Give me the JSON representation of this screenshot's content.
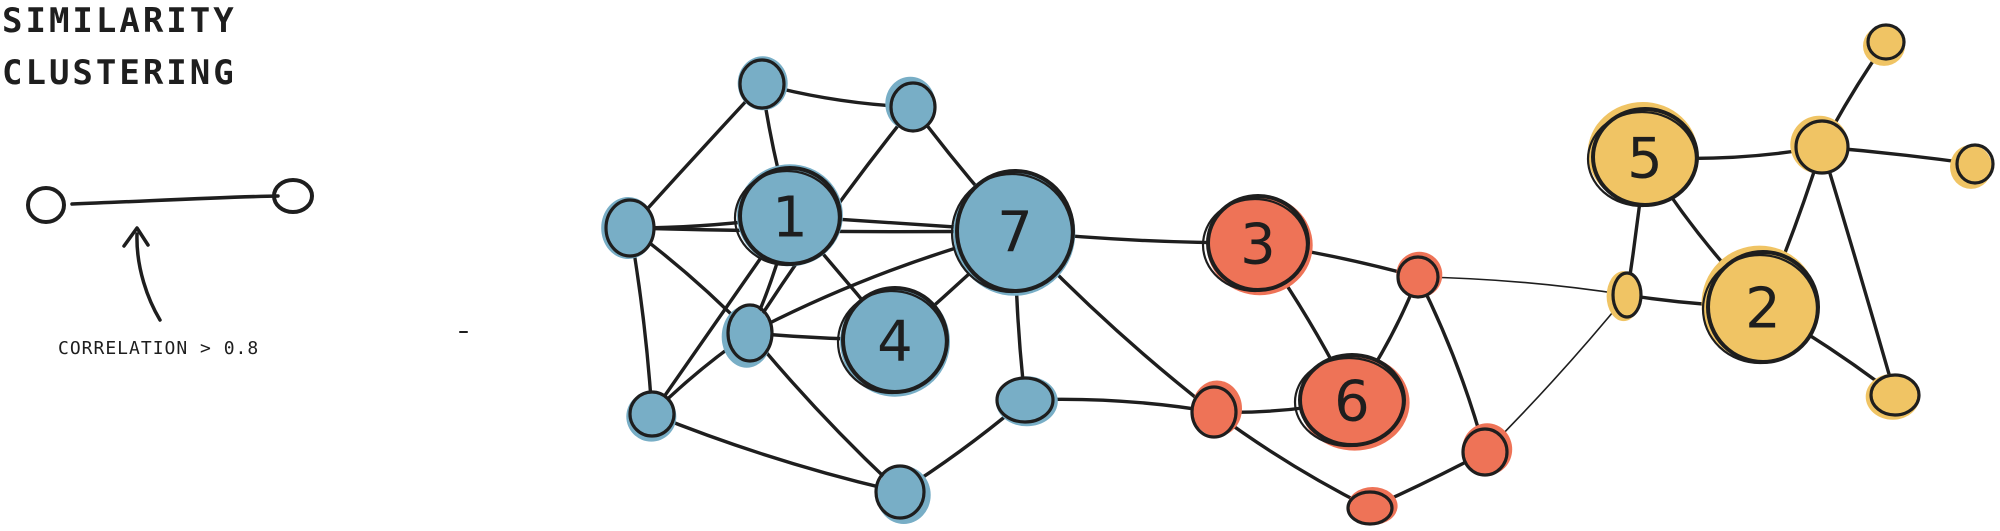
{
  "title": [
    "SIMILARITY",
    "CLUSTERING"
  ],
  "legend": {
    "annotation": "CORRELATION > 0.8"
  },
  "colors": {
    "ink": "#1e1e1e",
    "blue": "#78aec6",
    "red": "#ee7357",
    "yellow": "#f0c464"
  },
  "nodes": [
    {
      "id": "b_top1",
      "cluster": "blue",
      "label": ""
    },
    {
      "id": "b_top2",
      "cluster": "blue",
      "label": ""
    },
    {
      "id": "b_left",
      "cluster": "blue",
      "label": ""
    },
    {
      "id": "b1",
      "cluster": "blue",
      "label": "1"
    },
    {
      "id": "b7",
      "cluster": "blue",
      "label": "7"
    },
    {
      "id": "b_mid",
      "cluster": "blue",
      "label": ""
    },
    {
      "id": "b4",
      "cluster": "blue",
      "label": "4"
    },
    {
      "id": "b_lowleft",
      "cluster": "blue",
      "label": ""
    },
    {
      "id": "b_lowright",
      "cluster": "blue",
      "label": ""
    },
    {
      "id": "b_bottom",
      "cluster": "blue",
      "label": ""
    },
    {
      "id": "r3",
      "cluster": "red",
      "label": "3"
    },
    {
      "id": "r6",
      "cluster": "red",
      "label": "6"
    },
    {
      "id": "r_small",
      "cluster": "red",
      "label": ""
    },
    {
      "id": "r_left",
      "cluster": "red",
      "label": ""
    },
    {
      "id": "r_right",
      "cluster": "red",
      "label": ""
    },
    {
      "id": "r_bottom",
      "cluster": "red",
      "label": ""
    },
    {
      "id": "y5",
      "cluster": "yellow",
      "label": "5"
    },
    {
      "id": "y2",
      "cluster": "yellow",
      "label": "2"
    },
    {
      "id": "y_hub",
      "cluster": "yellow",
      "label": ""
    },
    {
      "id": "y_top",
      "cluster": "yellow",
      "label": ""
    },
    {
      "id": "y_right",
      "cluster": "yellow",
      "label": ""
    },
    {
      "id": "y_small",
      "cluster": "yellow",
      "label": ""
    },
    {
      "id": "y_bottom",
      "cluster": "yellow",
      "label": ""
    }
  ],
  "edges": [
    [
      "b_top1",
      "b_top2"
    ],
    [
      "b_top1",
      "b_left"
    ],
    [
      "b_top1",
      "b1"
    ],
    [
      "b_top2",
      "b7"
    ],
    [
      "b_top2",
      "b_mid"
    ],
    [
      "b_left",
      "b1"
    ],
    [
      "b_left",
      "b7"
    ],
    [
      "b_left",
      "b_mid"
    ],
    [
      "b_left",
      "b_lowleft"
    ],
    [
      "b1",
      "b7"
    ],
    [
      "b1",
      "b4"
    ],
    [
      "b1",
      "b_mid"
    ],
    [
      "b1",
      "b_lowleft"
    ],
    [
      "b7",
      "b4"
    ],
    [
      "b7",
      "b_lowright"
    ],
    [
      "b7",
      "b_mid"
    ],
    [
      "b7",
      "r3"
    ],
    [
      "b7",
      "r_left"
    ],
    [
      "b_mid",
      "b4"
    ],
    [
      "b_mid",
      "b_lowleft"
    ],
    [
      "b_mid",
      "b_bottom"
    ],
    [
      "b_lowleft",
      "b_bottom"
    ],
    [
      "b_lowright",
      "b_bottom"
    ],
    [
      "b_lowright",
      "r_left"
    ],
    [
      "r3",
      "r6"
    ],
    [
      "r3",
      "r_small"
    ],
    [
      "r_small",
      "r6"
    ],
    [
      "r_small",
      "r_right"
    ],
    [
      "r_small",
      "y_small"
    ],
    [
      "r_left",
      "r6"
    ],
    [
      "r_left",
      "r_bottom"
    ],
    [
      "r_bottom",
      "r_right"
    ],
    [
      "r_right",
      "y_small"
    ],
    [
      "y_small",
      "y5"
    ],
    [
      "y_small",
      "y2"
    ],
    [
      "y5",
      "y_hub"
    ],
    [
      "y5",
      "y2"
    ],
    [
      "y_hub",
      "y_top"
    ],
    [
      "y_hub",
      "y_right"
    ],
    [
      "y_hub",
      "y2"
    ],
    [
      "y_hub",
      "y_bottom"
    ],
    [
      "y2",
      "y_bottom"
    ]
  ]
}
